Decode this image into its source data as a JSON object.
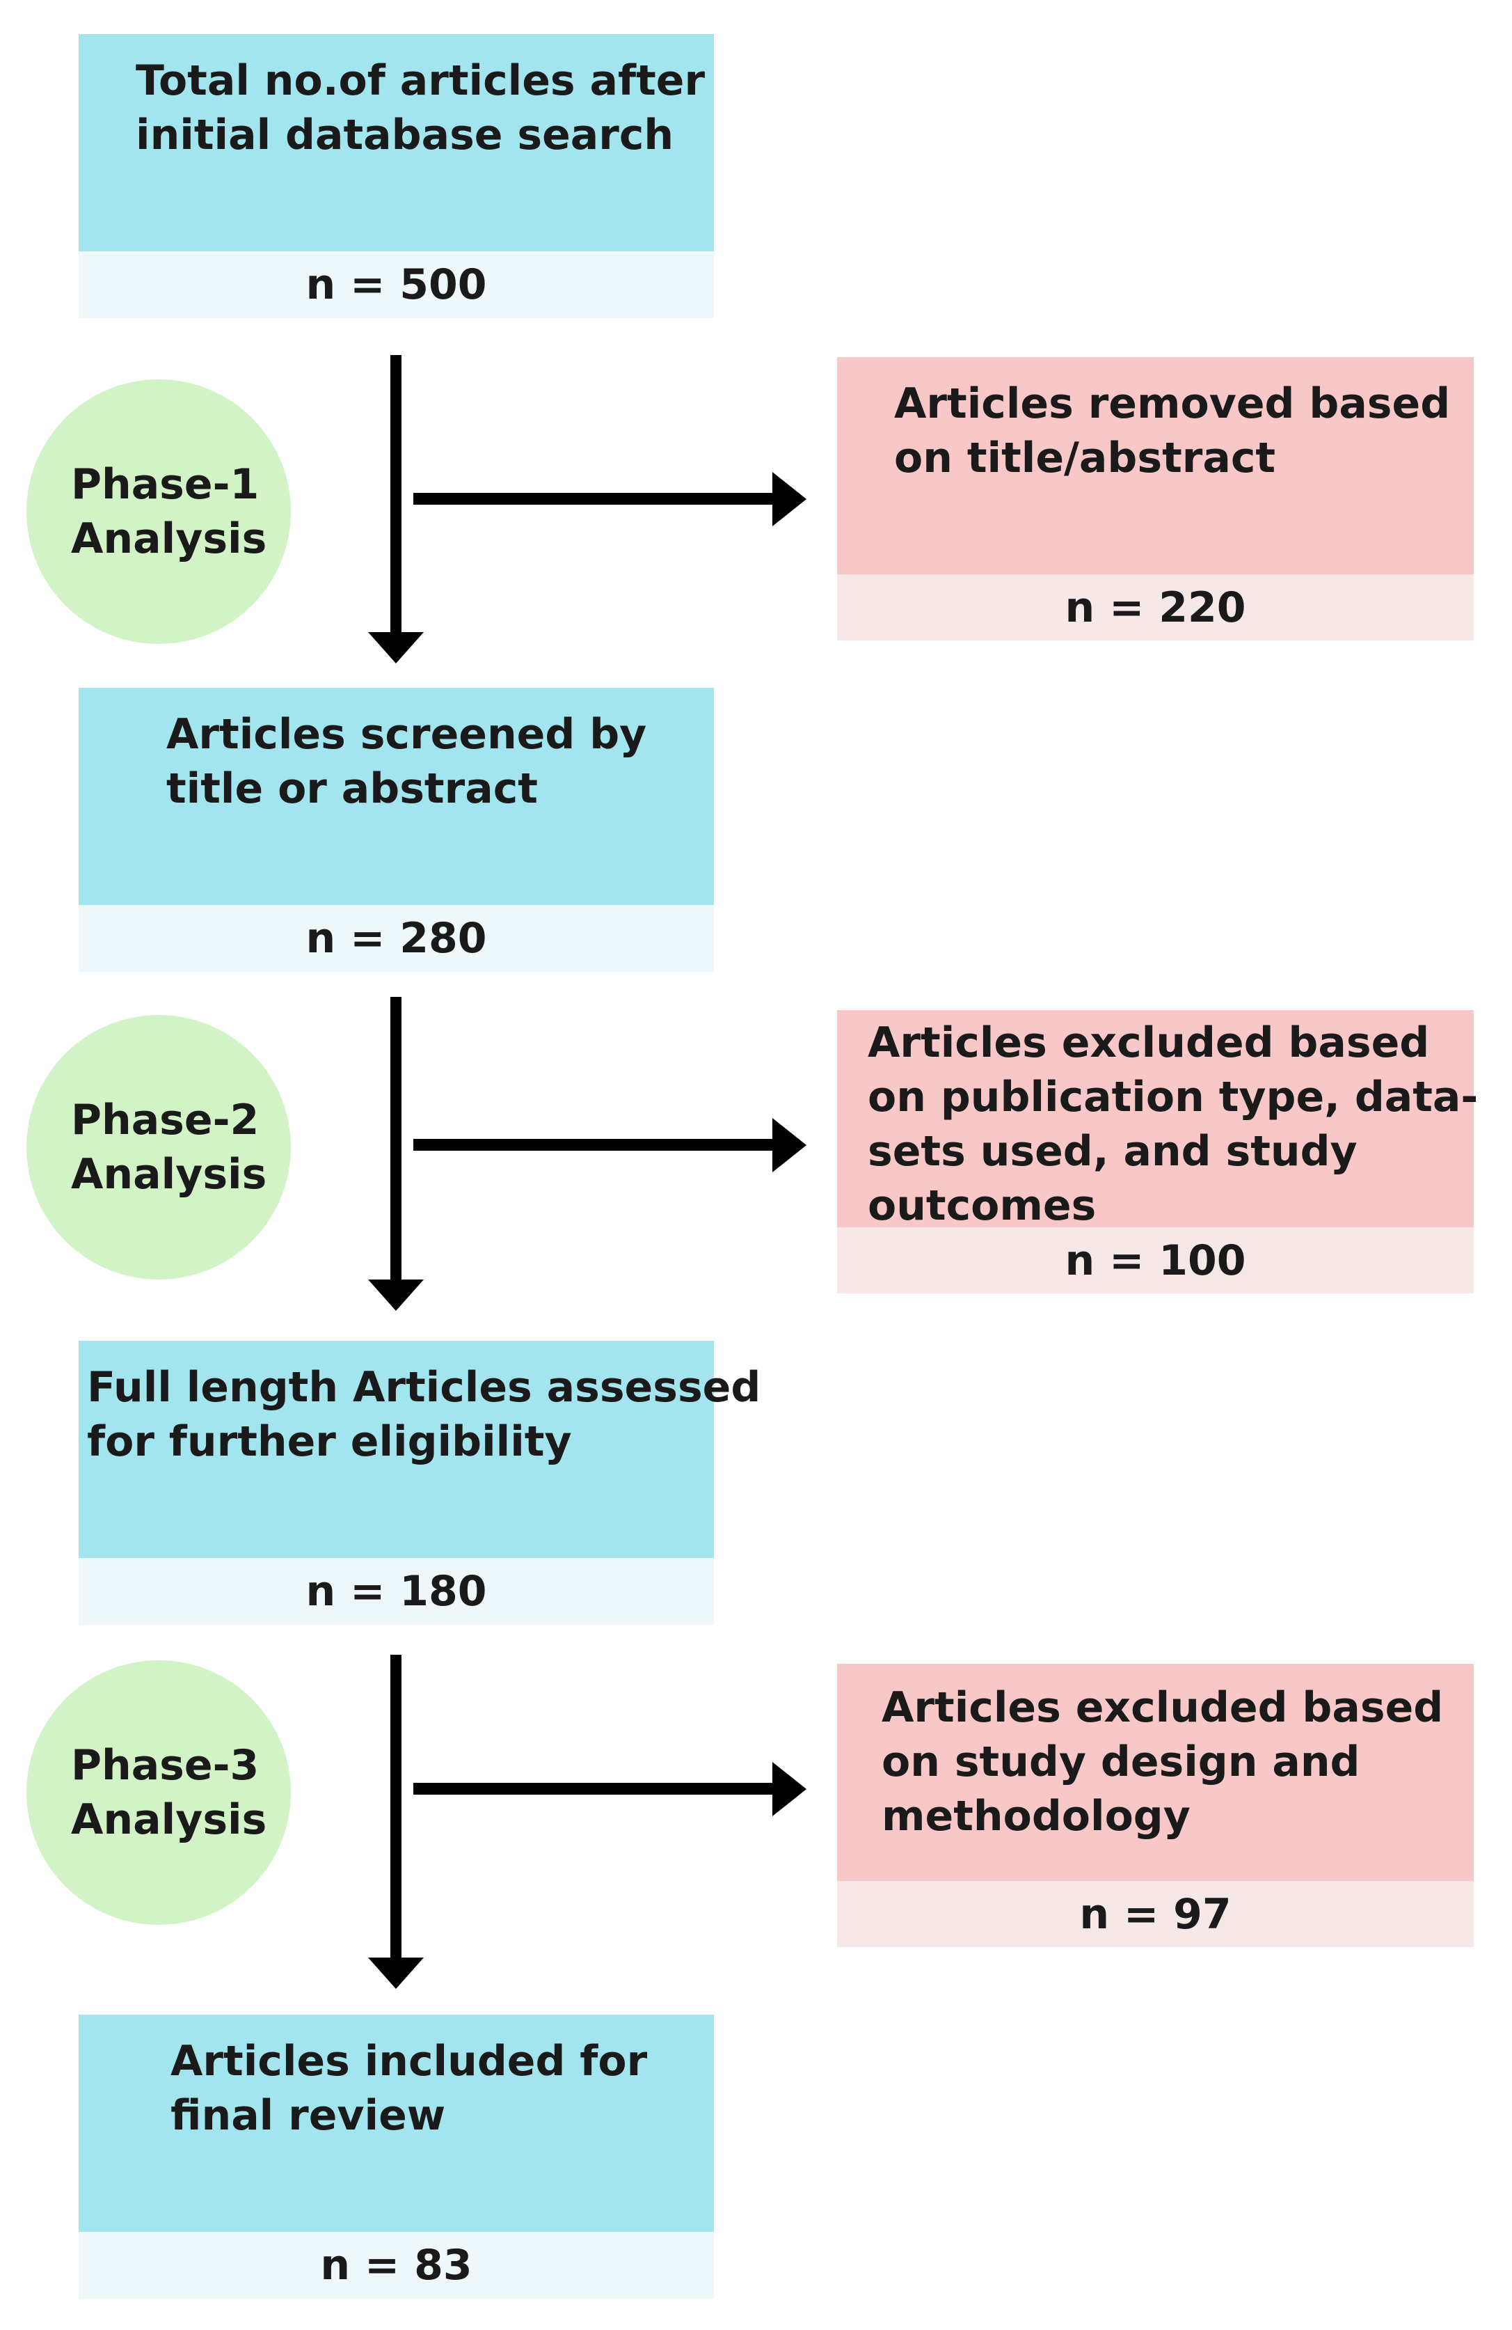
{
  "boxes": {
    "total": {
      "lines": [
        "Total no.of articles after",
        "initial database search"
      ],
      "count": "n = 500"
    },
    "screened": {
      "lines": [
        "Articles screened by",
        "title or abstract"
      ],
      "count": "n = 280"
    },
    "full_length": {
      "lines": [
        "Full length Articles assessed",
        "for further eligibility"
      ],
      "count": "n = 180"
    },
    "included": {
      "lines": [
        "Articles included for",
        "final review"
      ],
      "count": "n = 83"
    }
  },
  "exclusions": {
    "phase1": {
      "lines": [
        "Articles removed based",
        "on title/abstract"
      ],
      "count": "n = 220"
    },
    "phase2": {
      "lines": [
        "Articles excluded based",
        "on publication type, data-",
        "sets used, and study",
        "outcomes"
      ],
      "count": "n = 100"
    },
    "phase3": {
      "lines": [
        "Articles excluded based",
        "on study design and",
        "methodology"
      ],
      "count": "n = 97"
    }
  },
  "phases": {
    "phase1": [
      "Phase-1",
      "Analysis"
    ],
    "phase2": [
      "Phase-2",
      "Analysis"
    ],
    "phase3": [
      "Phase-3",
      "Analysis"
    ]
  },
  "colors": {
    "main_box": "#a3e5ef",
    "main_count": "#eef7f9",
    "exclusion_box": "#f8c8c9",
    "exclusion_count": "#f7e8e8",
    "phase_circle": "#d2f3c6",
    "arrow": "#000000"
  }
}
